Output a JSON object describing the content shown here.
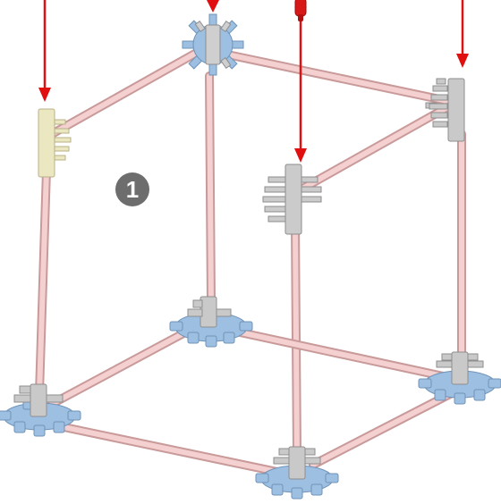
{
  "step": {
    "number": "1",
    "badge_color": "#6d6d6d",
    "text_color": "#ffffff"
  },
  "colors": {
    "rod_fill": "#f4cece",
    "rod_edge": "#cf9f9f",
    "rod_shadow": "#b98a8a",
    "connector_blue": "#9dbfe1",
    "connector_blue_dark": "#6f93b8",
    "connector_gray": "#c9c9c9",
    "connector_gray_dark": "#8e8e8e",
    "connector_beige": "#ebe7c0",
    "connector_beige_dark": "#b8b28a",
    "arrow": "#e01010",
    "tool": "#d61818"
  },
  "parts": [
    {
      "id": "rod",
      "kind": "straight-rod"
    },
    {
      "id": "connector-blue",
      "kind": "8-way-connector"
    },
    {
      "id": "connector-gray",
      "kind": "8-way-connector"
    },
    {
      "id": "connector-beige",
      "kind": "half-connector"
    }
  ],
  "icons": {
    "arrow": "down-arrow-icon",
    "tool": "part-separator-tool-icon"
  }
}
